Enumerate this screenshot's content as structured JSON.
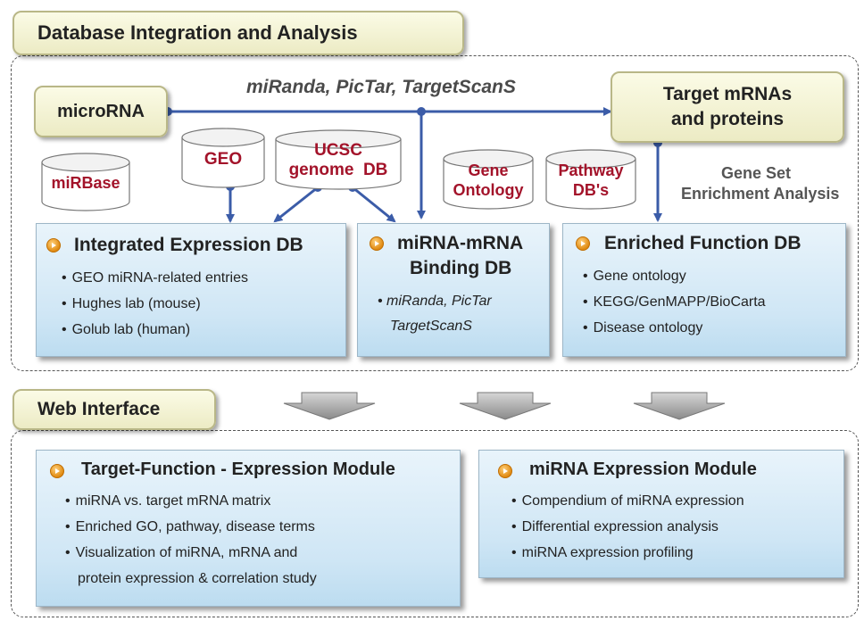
{
  "sections": {
    "top_title": "Database Integration and Analysis",
    "bottom_title": "Web Interface"
  },
  "flow": {
    "algorithms_label": "miRanda, PicTar, TargetScanS",
    "gsea_label_line1": "Gene Set",
    "gsea_label_line2": "Enrichment Analysis"
  },
  "nodes": {
    "microrna": "microRNA",
    "targets_line1": "Target mRNAs",
    "targets_line2": "and proteins"
  },
  "sources": {
    "mirbase": "miRBase",
    "geo": "GEO",
    "ucsc_line1": "UCSC",
    "ucsc_line2": "genome  DB",
    "gene_ontology_line1": "Gene",
    "gene_ontology_line2": "Ontology",
    "pathway_line1": "Pathway",
    "pathway_line2": "DB's"
  },
  "databases": {
    "integrated": {
      "title": "Integrated Expression DB",
      "items": [
        "GEO miRNA-related entries",
        "Hughes lab (mouse)",
        "Golub lab (human)"
      ]
    },
    "binding": {
      "title_line1": "miRNA-mRNA",
      "title_line2": "Binding DB",
      "item_line1": "miRanda, PicTar",
      "item_line2": "TargetScanS"
    },
    "enriched": {
      "title": "Enriched Function DB",
      "items": [
        "Gene ontology",
        "KEGG/GenMAPP/BioCarta",
        "Disease ontology"
      ]
    }
  },
  "modules": {
    "target_function": {
      "title": "Target-Function - Expression Module",
      "items": [
        "miRNA vs. target mRNA matrix",
        "Enriched GO, pathway, disease terms",
        "Visualization of miRNA, mRNA and"
      ],
      "continuation": "protein expression & correlation study"
    },
    "mirna_expression": {
      "title": "miRNA Expression Module",
      "items": [
        "Compendium of miRNA expression",
        "Differential expression analysis",
        "miRNA expression profiling"
      ]
    }
  },
  "colors": {
    "connector": "#3b5ca8",
    "source_text": "#a3132a",
    "panel_light": "#e9f4fb",
    "panel_dark": "#bcdcf0"
  }
}
